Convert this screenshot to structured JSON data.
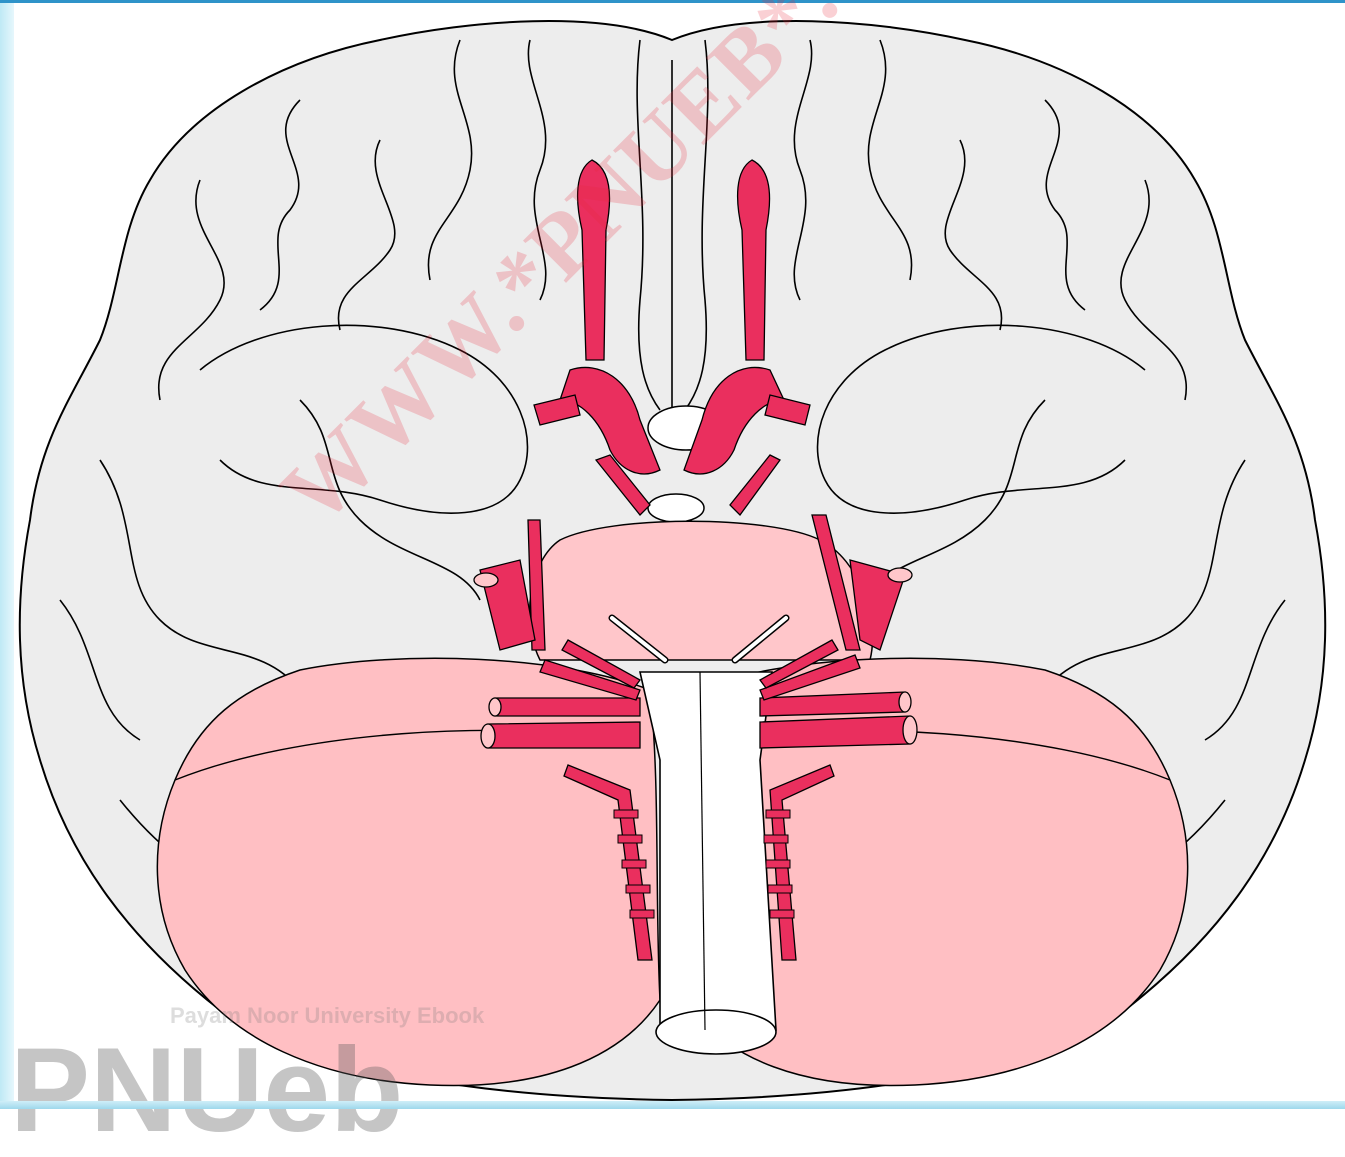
{
  "watermark": {
    "text": "WWW.*PNUEB*.COM"
  },
  "branding": {
    "caption": "Payam Noor University Ebook",
    "logo_text": "PNUeb"
  },
  "colors": {
    "brain_fill": "#ededed",
    "brainstem_fill": "#ffbfc3",
    "artery": "#ea2f5e",
    "outline": "#000000",
    "frame_accent": "#2f93c9"
  },
  "icons": [
    "brain-outline",
    "artery-network",
    "brainstem",
    "cerebellum"
  ]
}
